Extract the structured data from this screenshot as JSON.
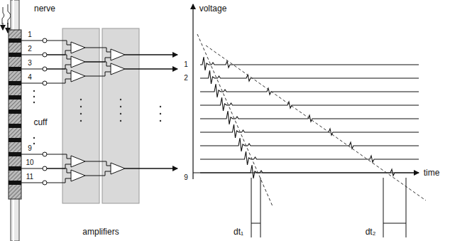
{
  "diagram": {
    "labels": [
      "nerve",
      "1",
      "2",
      "3",
      "4",
      "cuff",
      "9",
      "10",
      "11",
      "amplifiers",
      "voltage",
      "1",
      "2",
      "9",
      "time",
      "dt₁",
      "dt₂"
    ]
  }
}
